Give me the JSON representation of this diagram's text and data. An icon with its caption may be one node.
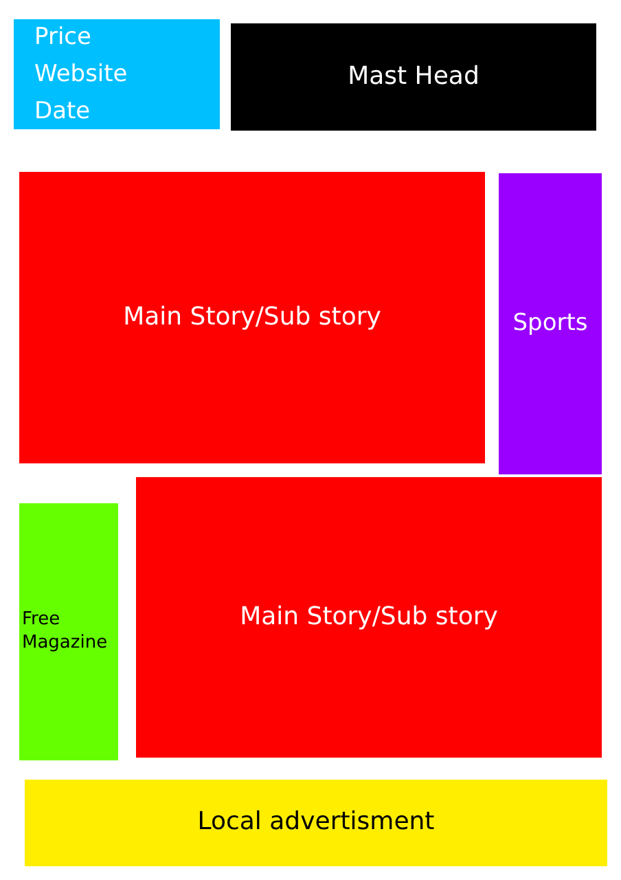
{
  "diagram": {
    "nodes": [
      {
        "text": [
          "Price",
          "Website",
          "Date"
        ]
      },
      {
        "text": [
          "Mast Head"
        ]
      },
      {
        "text": [
          "Main Story/Sub story"
        ]
      },
      {
        "text": [
          "Sports"
        ]
      },
      {
        "text": [
          "Free Magazine"
        ]
      },
      {
        "text": [
          "Main Story/Sub story"
        ]
      },
      {
        "text": [
          "Local advertisment"
        ]
      }
    ]
  }
}
